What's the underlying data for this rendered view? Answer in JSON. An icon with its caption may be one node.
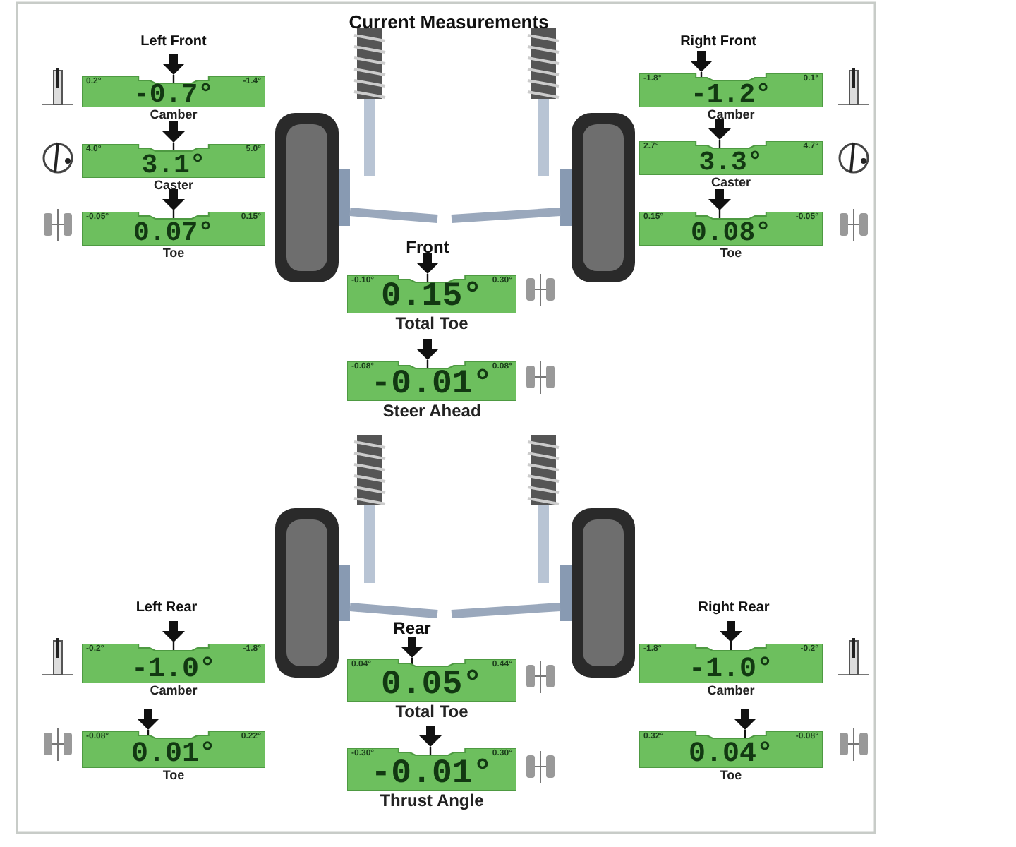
{
  "diagram": {
    "title": "Current Measurements",
    "nodes": [
      {
        "text": [
          "0.2°",
          "-0.7°",
          "-1.4°"
        ],
        "beside": [
          "Camber"
        ]
      },
      {
        "text": [
          "4.0°",
          "3.1°",
          "5.0°"
        ],
        "beside": [
          "Caster"
        ]
      },
      {
        "text": [
          "-0.05°",
          "0.07°",
          "0.15°"
        ],
        "beside": [
          "Toe"
        ]
      },
      {
        "text": [
          "-1.8°",
          "-1.2°",
          "0.1°"
        ],
        "beside": [
          "Camber"
        ]
      },
      {
        "text": [
          "2.7°",
          "3.3°",
          "4.7°"
        ],
        "beside": [
          "Caster"
        ]
      },
      {
        "text": [
          "0.15°",
          "0.08°",
          "-0.05°"
        ],
        "beside": [
          "Toe"
        ]
      },
      {
        "text": [
          "-0.10°",
          "0.15°",
          "0.30°"
        ],
        "beside": [
          "Total Toe"
        ]
      },
      {
        "text": [
          "-0.08°",
          "-0.01°",
          "0.08°"
        ],
        "beside": [
          "Steer Ahead"
        ]
      },
      {
        "text": [
          "-0.2°",
          "-1.0°",
          "-1.8°"
        ],
        "beside": [
          "Camber"
        ]
      },
      {
        "text": [
          "0.04°",
          "0.05°",
          "0.44°"
        ],
        "beside": [
          "Total Toe"
        ]
      },
      {
        "text": [
          "-1.8°",
          "-1.0°",
          "-0.2°"
        ],
        "beside": [
          "Camber"
        ]
      },
      {
        "text": [
          "-0.08°",
          "0.01°",
          "0.22°"
        ],
        "beside": [
          "Toe"
        ]
      },
      {
        "text": [
          "-0.30°",
          "-0.01°",
          "0.30°"
        ],
        "beside": [
          "Thrust Angle"
        ]
      },
      {
        "text": [
          "0.32°",
          "0.04°",
          "-0.08°"
        ],
        "beside": [
          "Toe"
        ]
      }
    ],
    "labels": [
      "Left Front",
      "Right Front",
      "Front",
      "Left Rear",
      "Rear",
      "Right Rear"
    ]
  }
}
